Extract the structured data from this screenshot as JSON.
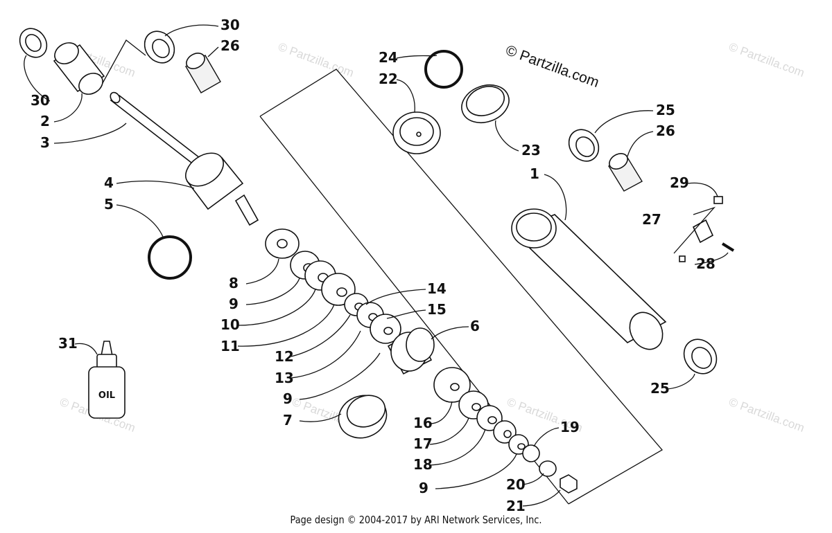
{
  "brand": "© Partzilla.com",
  "watermark": "© Partzilla.com",
  "footer": "Page design © 2004-2017 by ARI Network Services, Inc.",
  "oil_label": "OIL",
  "callouts": [
    "30",
    "26",
    "30",
    "2",
    "3",
    "4",
    "5",
    "24",
    "22",
    "23",
    "25",
    "26",
    "1",
    "29",
    "27",
    "28",
    "8",
    "9",
    "10",
    "11",
    "12",
    "13",
    "14",
    "15",
    "6",
    "9",
    "7",
    "16",
    "17",
    "18",
    "9",
    "19",
    "20",
    "21",
    "25",
    "31"
  ]
}
